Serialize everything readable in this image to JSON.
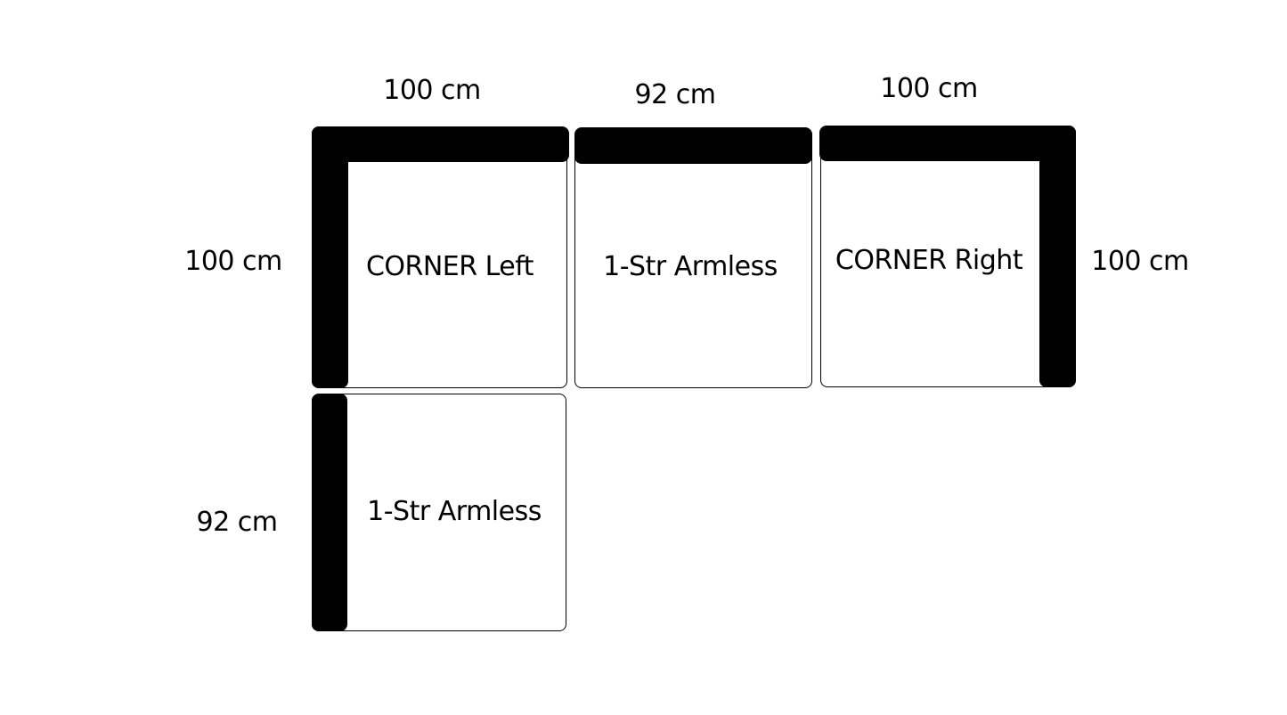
{
  "dimensions": {
    "top_corner_left_width": "100 cm",
    "top_armless_width": "92 cm",
    "top_corner_right_width": "100 cm",
    "left_corner_depth": "100 cm",
    "right_corner_depth": "100 cm",
    "left_armless_depth": "92 cm"
  },
  "modules": {
    "corner_left": "CORNER Left",
    "armless_top": "1-Str Armless",
    "corner_right": "CORNER Right",
    "armless_bottom": "1-Str Armless"
  },
  "colors": {
    "background": "#ffffff",
    "ink": "#000000"
  }
}
